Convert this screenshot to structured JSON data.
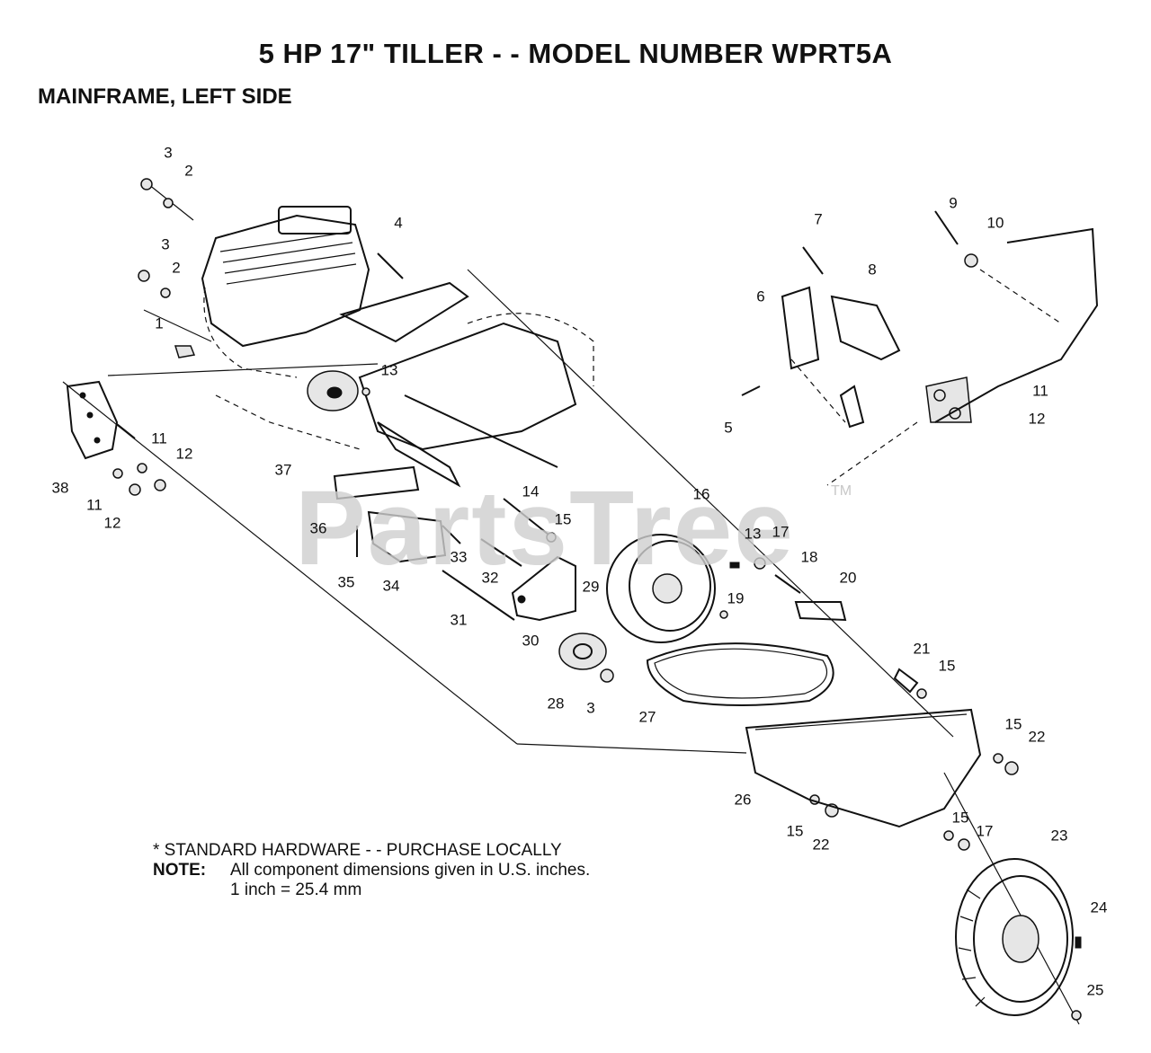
{
  "header": {
    "title": "5 HP 17\" TILLER - - MODEL NUMBER WPRT5A",
    "subtitle": "MAINFRAME, LEFT SIDE"
  },
  "watermark": {
    "text": "PartsTree",
    "tm": "TM"
  },
  "notes": {
    "hardware": "* STANDARD HARDWARE - - PURCHASE LOCALLY",
    "note_label": "NOTE:",
    "note_line1": "All component dimensions given in U.S. inches.",
    "note_line2": "1 inch = 25.4 mm"
  },
  "callouts": [
    "3",
    "2",
    "3",
    "2",
    "4",
    "1",
    "13",
    "11",
    "12",
    "38",
    "11",
    "12",
    "37",
    "36",
    "35",
    "34",
    "33",
    "14",
    "15",
    "32",
    "31",
    "30",
    "29",
    "28",
    "3",
    "16",
    "13",
    "17",
    "18",
    "19",
    "20",
    "27",
    "21",
    "15",
    "15",
    "22",
    "26",
    "15",
    "22",
    "15",
    "17",
    "23",
    "24",
    "25",
    "7",
    "9",
    "10",
    "8",
    "6",
    "5",
    "11",
    "12"
  ]
}
